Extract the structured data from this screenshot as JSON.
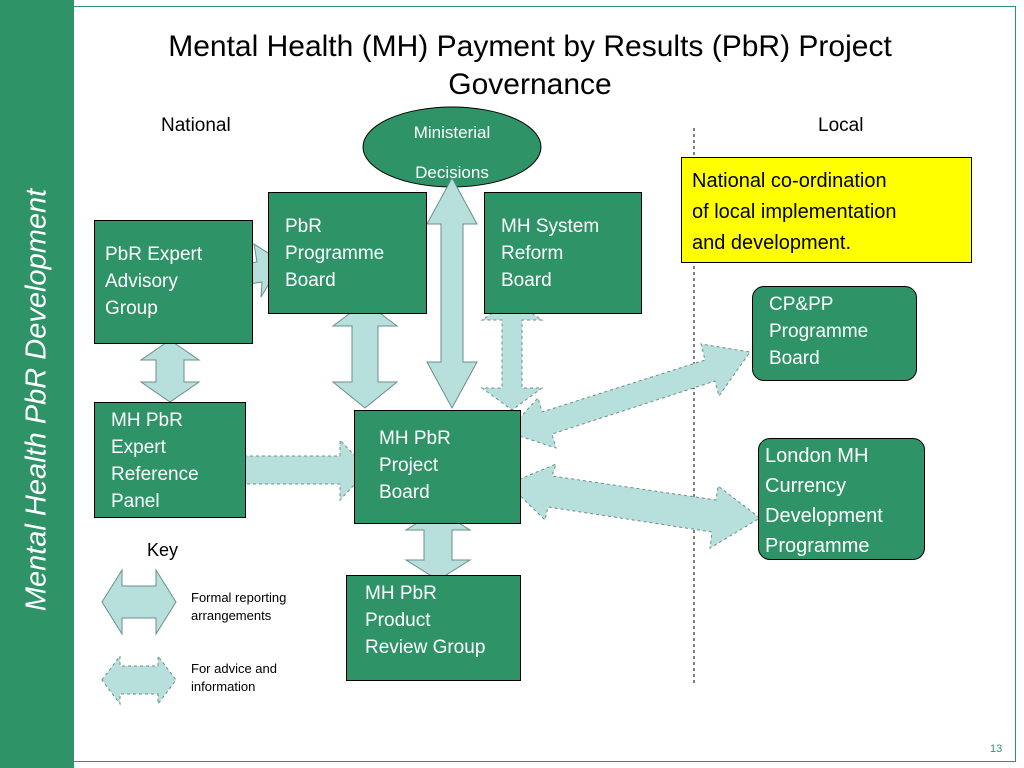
{
  "sidebar": {
    "label": "Mental Health PbR Development"
  },
  "slide": {
    "title": "Mental Health (MH) Payment by Results (PbR) Project Governance",
    "col_national": "National",
    "col_local": "Local",
    "page_number": "13"
  },
  "nodes": {
    "ministerial": "Ministerial\nDecisions",
    "pbr_programme_board": "PbR\nProgramme\nBoard",
    "mh_system_reform_board": "MH System\nReform\nBoard",
    "pbr_expert_advisory_group": "PbR Expert\nAdvisory\nGroup",
    "mh_pbr_expert_reference_panel": "MH PbR\nExpert\nReference\nPanel",
    "mh_pbr_project_board": "MH PbR\nProject\nBoard",
    "mh_pbr_product_review_group": "MH PbR\nProduct\nReview Group",
    "cppp_programme_board": "CP&PP\nProgramme\nBoard",
    "london_mh_currency": "London MH\nCurrency\nDevelopment\nProgramme",
    "national_coordination_note": "National co-ordination\nof local implementation\nand development."
  },
  "key": {
    "title": "Key",
    "formal": "Formal reporting\narrangements",
    "advice": "For advice and\ninformation"
  },
  "colors": {
    "box_fill": "#2e9468",
    "arrow_fill": "#b7e0dc",
    "note_fill": "#ffff00"
  }
}
